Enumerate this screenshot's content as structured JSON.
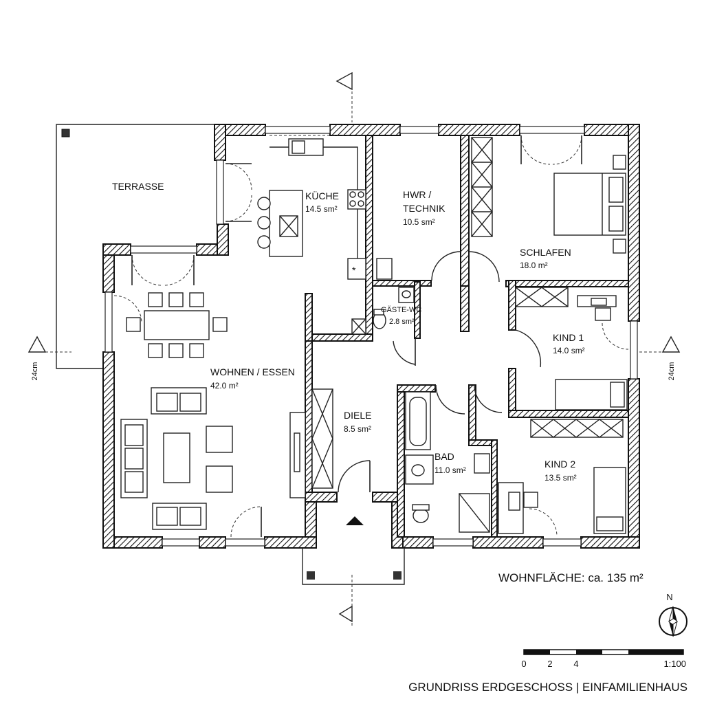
{
  "rooms": [
    {
      "name": "TERRASSE",
      "area": ""
    },
    {
      "name": "KÜCHE",
      "area": "14.5 sm²"
    },
    {
      "name": "HWR /",
      "name2": "TECHNIK",
      "area": "10.5 sm²"
    },
    {
      "name": "SCHLAFEN",
      "area": "18.0 m²"
    },
    {
      "name": "GÄSTE-WC",
      "area": "2.8 sm²"
    },
    {
      "name": "KIND 1",
      "area": "14.0 sm²"
    },
    {
      "name": "WOHNEN / ESSEN",
      "area": "42.0 m²"
    },
    {
      "name": "DIELE",
      "area": "8.5 sm²"
    },
    {
      "name": "BAD",
      "area": "11.0 sm²"
    },
    {
      "name": "KIND 2",
      "area": "13.5 sm²"
    }
  ],
  "section_marks": {
    "left": "24cm",
    "right": "24cm"
  },
  "area_total": "WOHNFLÄCHE: ca. 135 m²",
  "north_label": "N",
  "scale_bar": {
    "ticks": [
      "0",
      "2",
      "4"
    ],
    "ratio": "1:100"
  },
  "title": "GRUNDRISS ERDGESCHOSS | EINFAMILIENHAUS"
}
